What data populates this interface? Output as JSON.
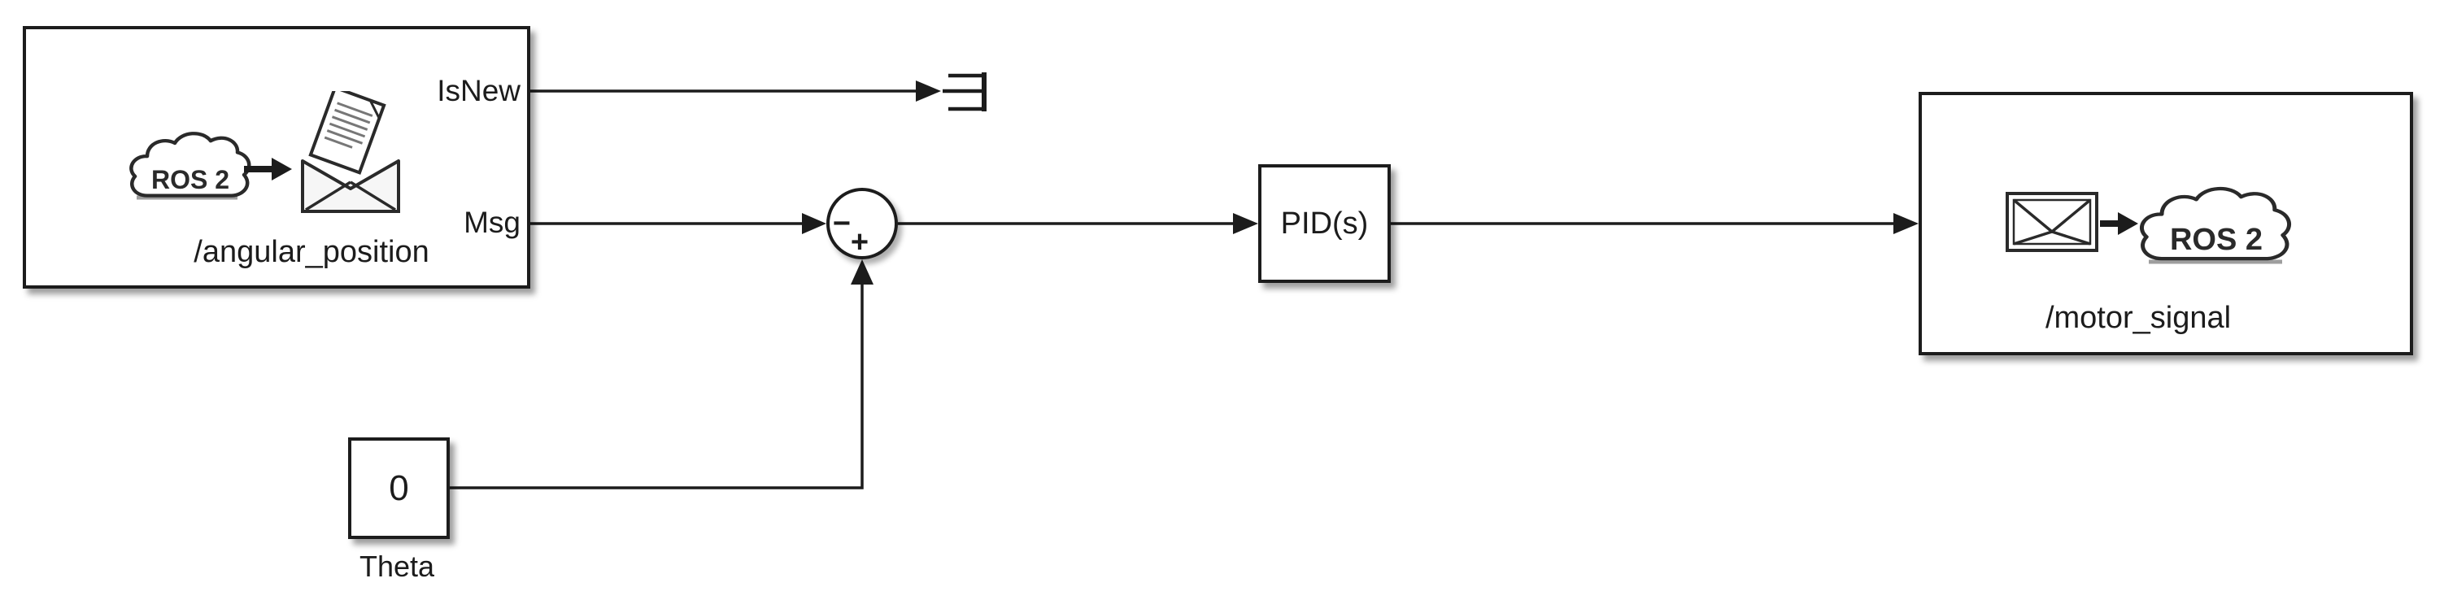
{
  "diagram": {
    "colors": {
      "background": "#ffffff",
      "line": "#1c1c1c"
    },
    "blocks": {
      "subscriber": {
        "topic": "/angular_position",
        "cloud_label": "ROS 2",
        "port_isnew": "IsNew",
        "port_msg": "Msg"
      },
      "sum": {
        "minus": "−",
        "plus": "+"
      },
      "pid": {
        "label": "PID(s)"
      },
      "publisher": {
        "topic": "/motor_signal",
        "cloud_label": "ROS 2"
      },
      "constant": {
        "value": "0",
        "name": "Theta"
      }
    }
  }
}
